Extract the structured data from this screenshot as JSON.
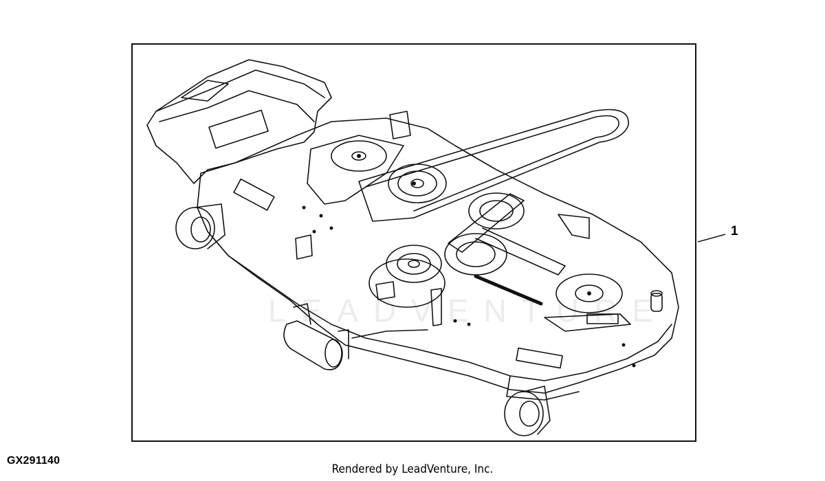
{
  "figure": {
    "callout_number": "1",
    "figure_id": "GX291140",
    "watermark": "LEADVENTURE",
    "credit": "Rendered by LeadVenture, Inc."
  },
  "icons": {
    "main_drawing": "mower-deck-line-drawing"
  }
}
